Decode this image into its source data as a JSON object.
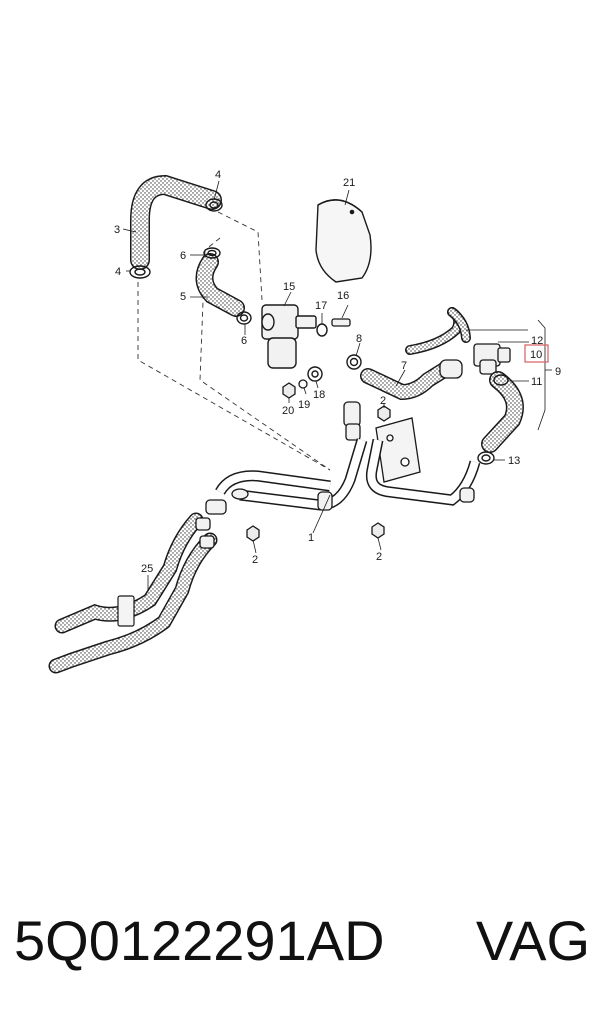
{
  "callouts": [
    "1",
    "2",
    "2",
    "2",
    "3",
    "4",
    "4",
    "5",
    "6",
    "6",
    "7",
    "8",
    "9",
    "10",
    "11",
    "12",
    "13",
    "15",
    "16",
    "17",
    "18",
    "19",
    "20",
    "21",
    "25"
  ],
  "highlighted_callout": "10",
  "caption": {
    "part_number": "5Q0122291AD",
    "brand": "VAG"
  },
  "colors": {
    "line": "#1a1a1a",
    "highlight": "#d96a6a",
    "background": "#ffffff"
  }
}
